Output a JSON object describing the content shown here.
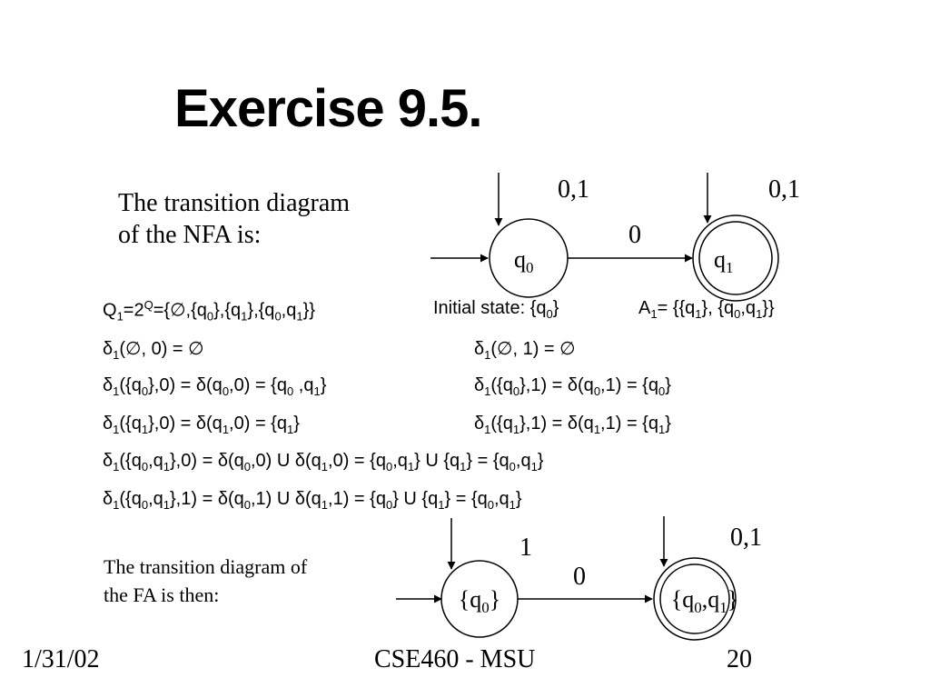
{
  "title": "Exercise 9.5.",
  "nfa": {
    "caption_line1": "The transition diagram",
    "caption_line2": "of the NFA is:",
    "states": [
      {
        "name": "q",
        "sub": "0",
        "accepting": false
      },
      {
        "name": "q",
        "sub": "1",
        "accepting": true
      }
    ],
    "loop_labels": [
      "0,1",
      "0,1"
    ],
    "edge_label": "0"
  },
  "equations": {
    "q1_a": "Q",
    "q1_b": "=2",
    "q1_c": "={∅,{q",
    "q1_d": "},{q",
    "q1_e": "},{q",
    "q1_f": ",q",
    "q1_g": "}}",
    "initial_label": "Initial state: {q",
    "initial_close": "}",
    "accept_a": "A",
    "accept_b": "= {{q",
    "accept_c": "}, {q",
    "accept_d": ",q",
    "accept_e": "}}",
    "d": "δ",
    "one": "1",
    "zero": "0",
    "Qsup": "Q",
    "r1_left": "(∅, 0) = ∅",
    "r1_right": "(∅, 1) = ∅"
  },
  "fa": {
    "caption_line1": "The transition diagram of",
    "caption_line2": "the FA is then:",
    "states": [
      {
        "label": "{q0}",
        "accepting": false
      },
      {
        "label": "{q0,q1}",
        "accepting": true
      }
    ],
    "loop_labels": [
      "1",
      "0,1"
    ],
    "edge_label": "0"
  },
  "footer": {
    "date": "1/31/02",
    "course": "CSE460 - MSU",
    "page": "20"
  }
}
